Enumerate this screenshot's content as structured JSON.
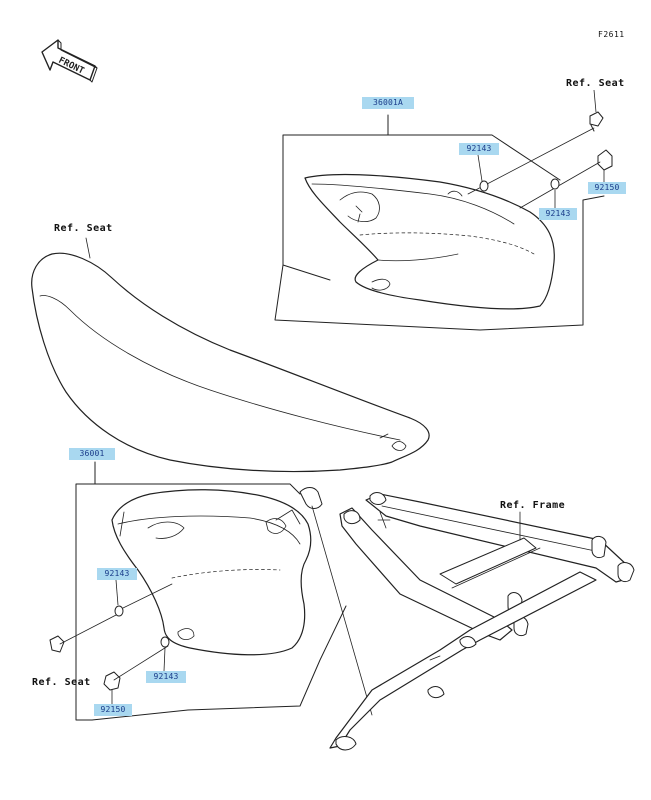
{
  "figure_id": "F2611",
  "front_label": "FRONT",
  "ref_labels": {
    "seat_top_right": "Ref. Seat",
    "seat_middle": "Ref. Seat",
    "seat_bottom_left": "Ref. Seat",
    "frame": "Ref. Frame"
  },
  "parts": {
    "cover_upper": "36001A",
    "cover_lower": "36001",
    "upper_92143_a": "92143",
    "upper_92143_b": "92143",
    "upper_92150": "92150",
    "lower_92143_a": "92143",
    "lower_92143_b": "92143",
    "lower_92150": "92150"
  },
  "colors": {
    "tag_fill": "#a9d8f0",
    "tag_text": "#1a3c8a",
    "line": "#222222"
  }
}
